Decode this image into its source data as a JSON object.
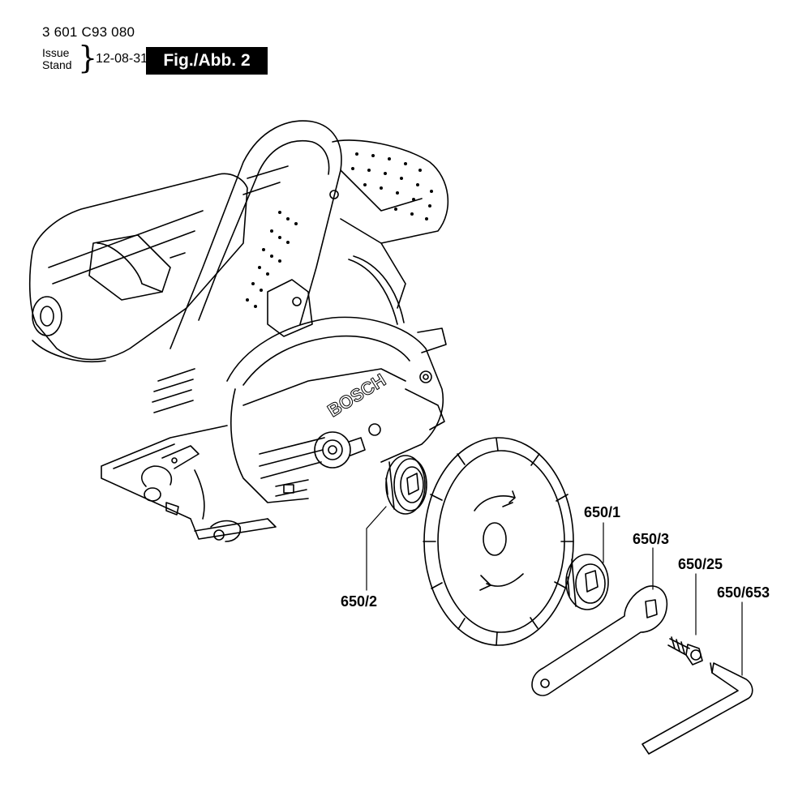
{
  "header": {
    "part_number": "3 601 C93 080",
    "issue_label": "Issue",
    "stand_label": "Stand",
    "brace": "}",
    "date": "12-08-31",
    "figure_label": "Fig./Abb. 2"
  },
  "drawing": {
    "brand_text": "BOSCH",
    "callouts": {
      "c650_2": "650/2",
      "c650_1": "650/1",
      "c650_3": "650/3",
      "c650_25": "650/25",
      "c650_653": "650/653"
    }
  },
  "colors": {
    "line": "#000000",
    "background": "#ffffff"
  }
}
